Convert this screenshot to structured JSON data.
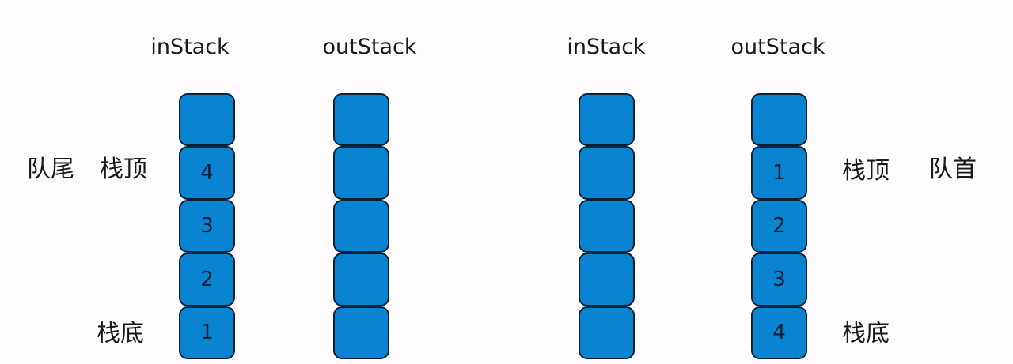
{
  "diagram": {
    "left_panel": {
      "in_stack": {
        "title": "inStack",
        "cells": [
          "",
          "4",
          "3",
          "2",
          "1"
        ]
      },
      "out_stack": {
        "title": "outStack",
        "cells": [
          "",
          "",
          "",
          "",
          ""
        ]
      },
      "labels": {
        "queue_tail": "队尾",
        "stack_top": "栈顶",
        "stack_bottom": "栈底"
      }
    },
    "right_panel": {
      "in_stack": {
        "title": "inStack",
        "cells": [
          "",
          "",
          "",
          "",
          ""
        ]
      },
      "out_stack": {
        "title": "outStack",
        "cells": [
          "",
          "1",
          "2",
          "3",
          "4"
        ]
      },
      "labels": {
        "stack_top": "栈顶",
        "queue_head": "队首",
        "stack_bottom": "栈底"
      }
    },
    "colors": {
      "cell_fill": "#0a84d0",
      "cell_border": "#0d2136",
      "background": "#fefcfe"
    }
  }
}
